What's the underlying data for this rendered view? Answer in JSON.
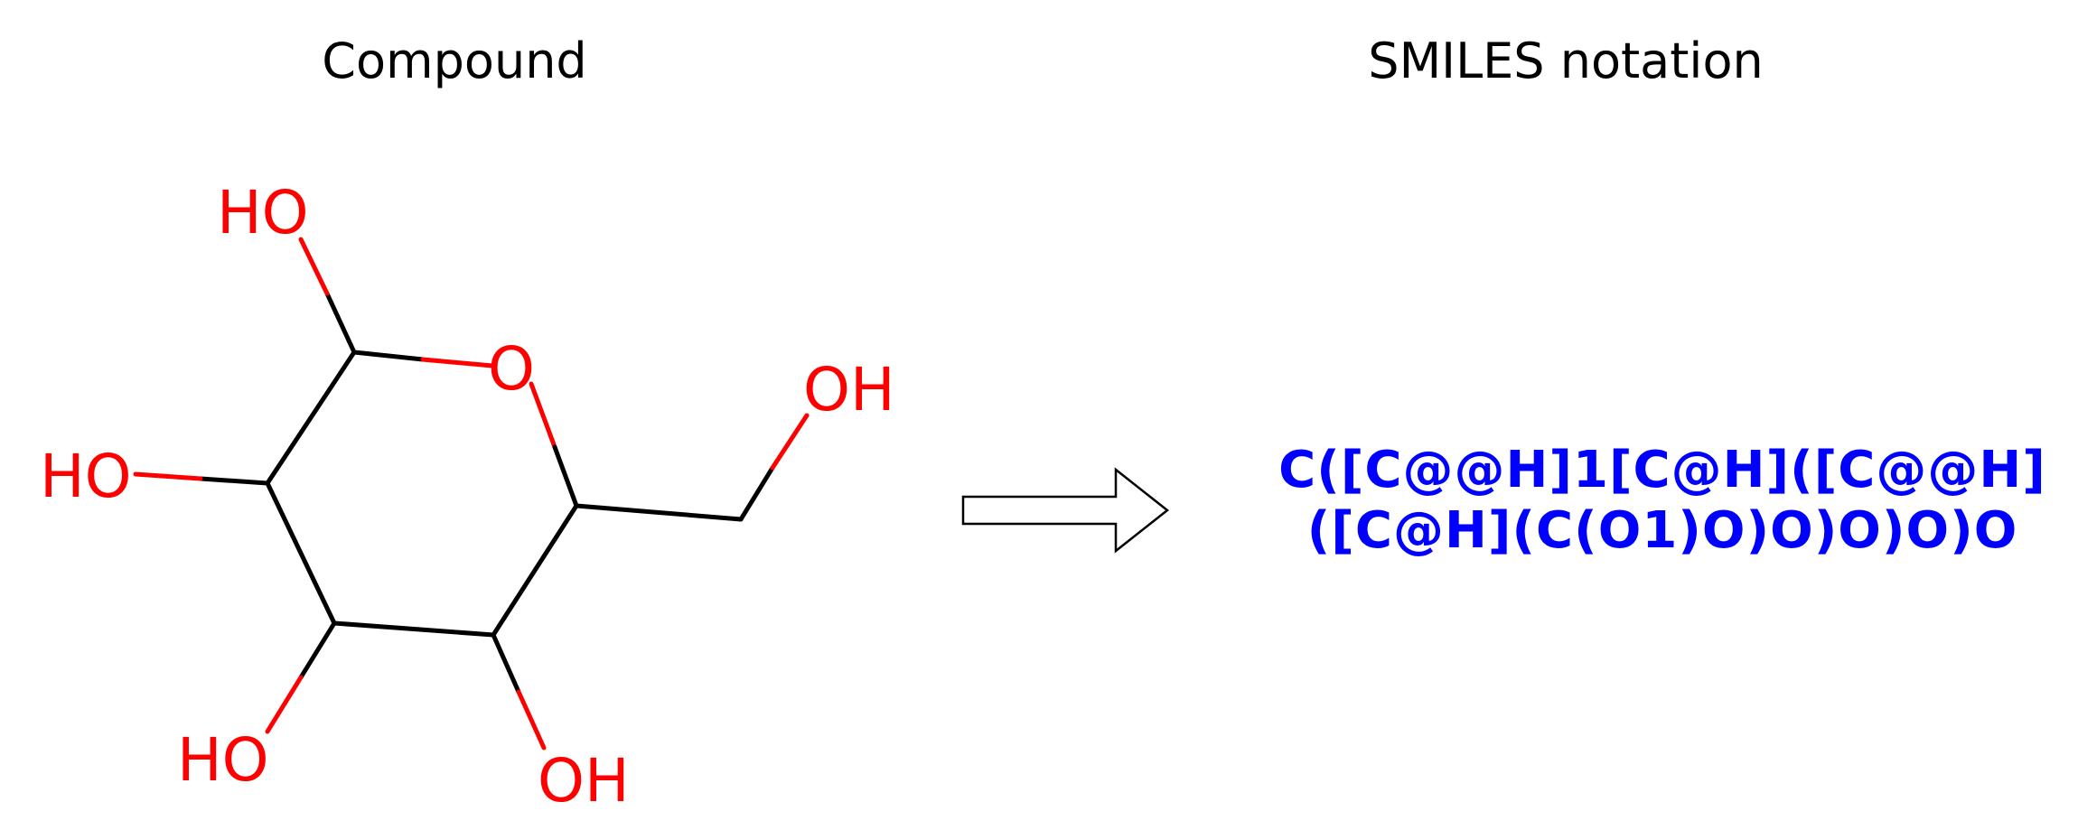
{
  "headings": {
    "compound": "Compound",
    "smiles": "SMILES notation"
  },
  "molecule": {
    "atom_labels": {
      "ho_top": "HO",
      "ring_o": "O",
      "oh_right": "OH",
      "ho_left": "HO",
      "ho_bottom_left": "HO",
      "oh_bottom": "OH"
    },
    "bond_color": "#000000",
    "heteroatom_color": "#ff0000"
  },
  "smiles": {
    "line1": "C([C@@H]1[C@H]([C@@H]",
    "line2": "([C@H](C(O1)O)O)O)O)O",
    "color": "#0000ff"
  },
  "arrow_icon": "right-arrow-icon"
}
